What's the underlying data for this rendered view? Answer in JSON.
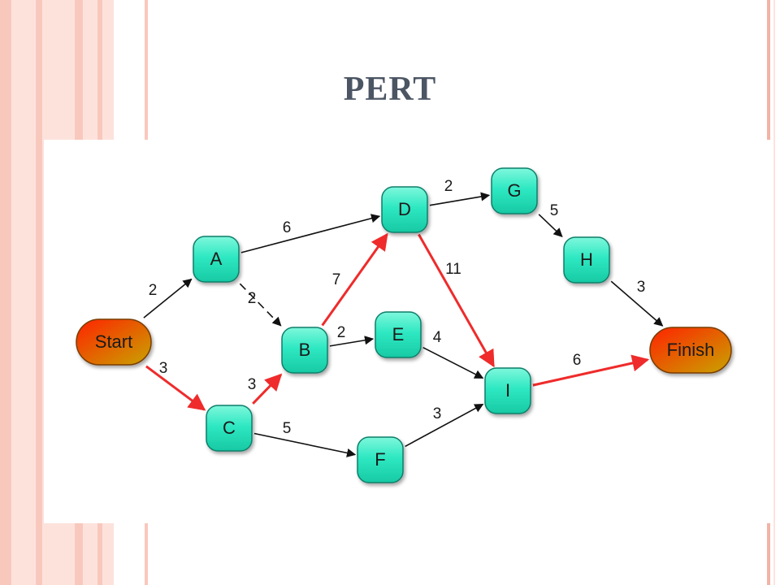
{
  "slide": {
    "title": "PERT",
    "colors": {
      "stripe_light": "#fde2dc",
      "stripe_mid": "#f9c8bd",
      "rule": "#f3b3a6",
      "title_text": "#4b5563"
    }
  },
  "diagram": {
    "colors": {
      "task_fill": "#2ee8c2",
      "task_stroke": "#0e7f6a",
      "terminal_fill_start": "#ff2200",
      "terminal_fill_end": "#c8a400",
      "terminal_stroke": "#7a3d00",
      "normal_edge": "#111111",
      "critical_edge": "#ef2b2b"
    },
    "nodes": [
      {
        "id": "start",
        "label": "Start",
        "kind": "terminal"
      },
      {
        "id": "A",
        "label": "A",
        "kind": "task"
      },
      {
        "id": "B",
        "label": "B",
        "kind": "task"
      },
      {
        "id": "C",
        "label": "C",
        "kind": "task"
      },
      {
        "id": "D",
        "label": "D",
        "kind": "task"
      },
      {
        "id": "E",
        "label": "E",
        "kind": "task"
      },
      {
        "id": "F",
        "label": "F",
        "kind": "task"
      },
      {
        "id": "G",
        "label": "G",
        "kind": "task"
      },
      {
        "id": "H",
        "label": "H",
        "kind": "task"
      },
      {
        "id": "I",
        "label": "I",
        "kind": "task"
      },
      {
        "id": "finish",
        "label": "Finish",
        "kind": "terminal"
      }
    ],
    "edges": [
      {
        "from": "start",
        "to": "A",
        "weight": "2",
        "critical": false
      },
      {
        "from": "start",
        "to": "C",
        "weight": "3",
        "critical": true
      },
      {
        "from": "A",
        "to": "D",
        "weight": "6",
        "critical": false
      },
      {
        "from": "A",
        "to": "B",
        "weight": "2",
        "critical": false,
        "dashed": true
      },
      {
        "from": "C",
        "to": "B",
        "weight": "3",
        "critical": true
      },
      {
        "from": "C",
        "to": "F",
        "weight": "5",
        "critical": false
      },
      {
        "from": "B",
        "to": "D",
        "weight": "7",
        "critical": true
      },
      {
        "from": "B",
        "to": "E",
        "weight": "2",
        "critical": false
      },
      {
        "from": "D",
        "to": "G",
        "weight": "2",
        "critical": false
      },
      {
        "from": "D",
        "to": "I",
        "weight": "11",
        "critical": true
      },
      {
        "from": "G",
        "to": "H",
        "weight": "5",
        "critical": false
      },
      {
        "from": "E",
        "to": "I",
        "weight": "4",
        "critical": false
      },
      {
        "from": "F",
        "to": "I",
        "weight": "3",
        "critical": false
      },
      {
        "from": "H",
        "to": "finish",
        "weight": "3",
        "critical": false
      },
      {
        "from": "I",
        "to": "finish",
        "weight": "6",
        "critical": true
      }
    ]
  }
}
